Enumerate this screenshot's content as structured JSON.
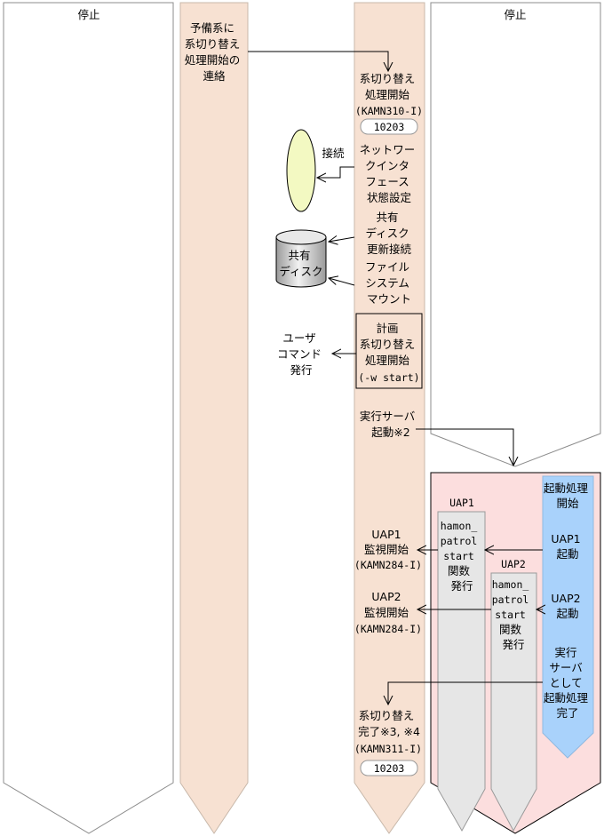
{
  "columns": {
    "col1_title": "停止",
    "col4_title": "停止"
  },
  "col2": {
    "notify_lines": [
      "予備系に",
      "系切り替え",
      "処理開始の",
      "連絡"
    ]
  },
  "col3": {
    "switch_start_lines": [
      "系切り替え",
      "処理開始",
      "(KAMN310-I)"
    ],
    "msg_badge_1": "10203",
    "network_lines": [
      "ネットワー",
      "クインタ",
      "フェース",
      "状態設定"
    ],
    "shared_disk_lines": [
      "共有",
      "ディスク",
      "更新接続"
    ],
    "fs_mount_lines": [
      "ファイル",
      "システム",
      "マウント"
    ],
    "planned_lines": [
      "計画",
      "系切り替え",
      "処理開始",
      "(-w start)"
    ],
    "exec_server_lines": [
      "実行サーバ",
      "起動※2"
    ],
    "uap1_monitor_lines": [
      "UAP1",
      "監視開始",
      "(KAMN284-I)"
    ],
    "uap2_monitor_lines": [
      "UAP2",
      "監視開始",
      "(KAMN284-I)"
    ],
    "switch_done_lines": [
      "系切り替え",
      "完了※3, ※4",
      "(KAMN311-I)"
    ],
    "msg_badge_2": "10203"
  },
  "left": {
    "connect_label": "接続",
    "disk_lines": [
      "共有",
      "ディスク"
    ],
    "user_cmd_lines": [
      "ユーザ",
      "コマンド",
      "発行"
    ]
  },
  "uap": {
    "uap1_label": "UAP1",
    "uap2_label": "UAP2",
    "patrol_lines": [
      "hamon_",
      "patrol",
      "start",
      "関数",
      "発行"
    ]
  },
  "blue": {
    "start_lines": [
      "起動処理",
      "開始"
    ],
    "uap1_start_lines": [
      "UAP1",
      "起動"
    ],
    "uap2_start_lines": [
      "UAP2",
      "起動"
    ],
    "done_lines": [
      "実行",
      "サーバ",
      "として",
      "起動処理",
      "完了"
    ]
  },
  "colors": {
    "peach": "#f7e1d2",
    "pink": "#fcdede",
    "blue": "#a9d2fb",
    "gray": "#e6e6e6",
    "yellow": "#f3f9c2"
  }
}
